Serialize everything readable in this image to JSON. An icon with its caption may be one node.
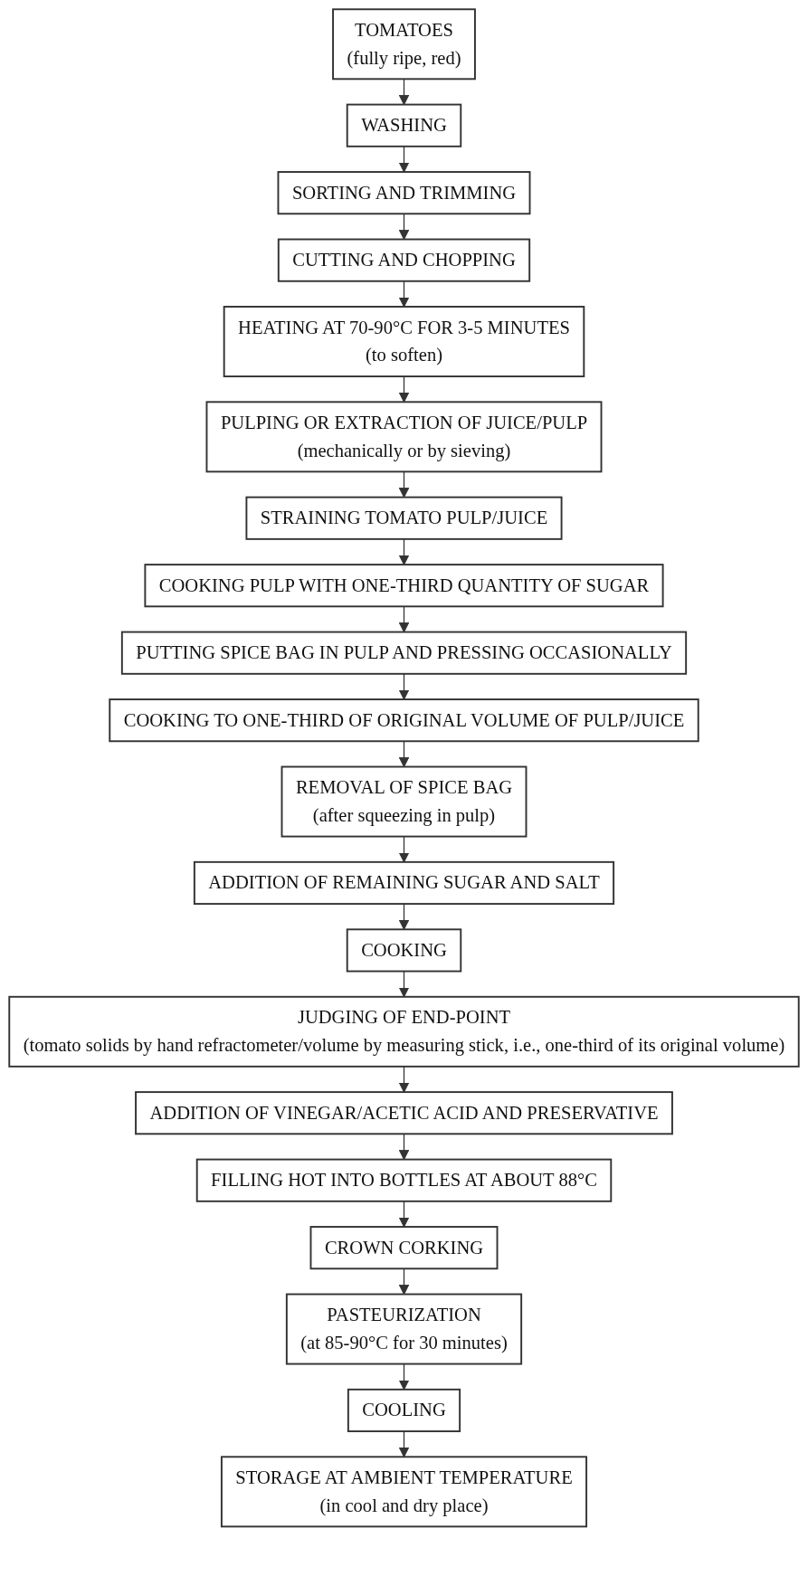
{
  "diagram": {
    "nodes": [
      {
        "text": [
          "TOMATOES",
          "(fully ripe, red)"
        ]
      },
      {
        "text": [
          "WASHING"
        ]
      },
      {
        "text": [
          "SORTING AND TRIMMING"
        ]
      },
      {
        "text": [
          "CUTTING AND CHOPPING"
        ]
      },
      {
        "text": [
          "HEATING AT 70-90°C FOR 3-5 MINUTES",
          "(to soften)"
        ]
      },
      {
        "text": [
          "PULPING OR EXTRACTION OF JUICE/PULP",
          "(mechanically or by sieving)"
        ]
      },
      {
        "text": [
          "STRAINING TOMATO PULP/JUICE"
        ]
      },
      {
        "text": [
          "COOKING PULP WITH ONE-THIRD QUANTITY OF SUGAR"
        ]
      },
      {
        "text": [
          "PUTTING SPICE BAG IN PULP AND PRESSING OCCASIONALLY"
        ]
      },
      {
        "text": [
          "COOKING TO ONE-THIRD OF ORIGINAL VOLUME OF PULP/JUICE"
        ]
      },
      {
        "text": [
          "REMOVAL OF SPICE BAG",
          "(after squeezing in pulp)"
        ]
      },
      {
        "text": [
          "ADDITION OF REMAINING SUGAR AND SALT"
        ]
      },
      {
        "text": [
          "COOKING"
        ]
      },
      {
        "text": [
          "JUDGING OF END-POINT",
          "(tomato solids by hand refractometer/volume by measuring stick, i.e., one-third of its original volume)"
        ]
      },
      {
        "text": [
          "ADDITION OF VINEGAR/ACETIC ACID AND PRESERVATIVE"
        ]
      },
      {
        "text": [
          "FILLING HOT INTO BOTTLES AT ABOUT 88°C"
        ]
      },
      {
        "text": [
          "CROWN CORKING"
        ]
      },
      {
        "text": [
          "PASTEURIZATION",
          "(at 85-90°C for 30 minutes)"
        ]
      },
      {
        "text": [
          "COOLING"
        ]
      },
      {
        "text": [
          "STORAGE AT AMBIENT TEMPERATURE",
          "(in cool and dry place)"
        ]
      }
    ],
    "edges": [
      {
        "from": 0,
        "to": 1,
        "arrow": "to"
      },
      {
        "from": 1,
        "to": 2,
        "arrow": "to"
      },
      {
        "from": 2,
        "to": 3,
        "arrow": "to"
      },
      {
        "from": 3,
        "to": 4,
        "arrow": "to"
      },
      {
        "from": 4,
        "to": 5,
        "arrow": "to"
      },
      {
        "from": 5,
        "to": 6,
        "arrow": "to"
      },
      {
        "from": 6,
        "to": 7,
        "arrow": "to"
      },
      {
        "from": 7,
        "to": 8,
        "arrow": "to"
      },
      {
        "from": 8,
        "to": 9,
        "arrow": "to"
      },
      {
        "from": 9,
        "to": 10,
        "arrow": "to"
      },
      {
        "from": 10,
        "to": 11,
        "arrow": "to"
      },
      {
        "from": 11,
        "to": 12,
        "arrow": "to"
      },
      {
        "from": 12,
        "to": 13,
        "arrow": "to"
      },
      {
        "from": 13,
        "to": 14,
        "arrow": "to"
      },
      {
        "from": 14,
        "to": 15,
        "arrow": "to"
      },
      {
        "from": 15,
        "to": 16,
        "arrow": "to"
      },
      {
        "from": 16,
        "to": 17,
        "arrow": "to"
      },
      {
        "from": 17,
        "to": 18,
        "arrow": "to"
      },
      {
        "from": 18,
        "to": 19,
        "arrow": "to"
      }
    ]
  }
}
